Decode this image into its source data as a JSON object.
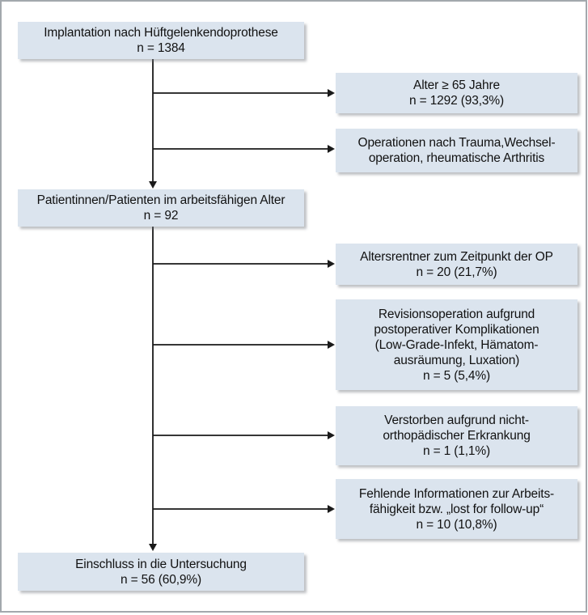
{
  "colors": {
    "box_fill": "#dbe4ee",
    "line_color": "#1a1a1a",
    "frame_border": "#a3a8ad",
    "text_color": "#111111"
  },
  "flowchart": {
    "type": "patient-flow-diagram",
    "main_path": [
      {
        "id": "implantation",
        "lines": [
          "Implantation nach Hüftgelenkendoprothese",
          "n = 1384"
        ]
      },
      {
        "id": "working-age",
        "lines": [
          "Patientinnen/Patienten im arbeitsfähigen Alter",
          "n = 92"
        ]
      },
      {
        "id": "inclusion",
        "lines": [
          "Einschluss in die Untersuchung",
          "n = 56 (60,9%)"
        ]
      }
    ],
    "exclusions": [
      {
        "id": "age-65",
        "lines": [
          "Alter ≥ 65 Jahre",
          "n = 1292 (93,3%)"
        ]
      },
      {
        "id": "trauma",
        "lines": [
          "Operationen nach Trauma,Wechsel-",
          "operation, rheumatische Arthritis"
        ]
      },
      {
        "id": "altersrentner",
        "lines": [
          "Altersrentner zum Zeitpunkt der OP",
          "n = 20 (21,7%)"
        ]
      },
      {
        "id": "revision",
        "lines": [
          "Revisionsoperation aufgrund",
          "postoperativer Komplikationen",
          "(Low-Grade-Infekt, Hämatom-",
          "ausräumung, Luxation)",
          "n = 5 (5,4%)"
        ]
      },
      {
        "id": "verstorben",
        "lines": [
          "Verstorben aufgrund nicht-",
          "orthopädischer Erkrankung",
          "n = 1 (1,1%)"
        ]
      },
      {
        "id": "lost-followup",
        "lines": [
          "Fehlende Informationen zur Arbeits-",
          "fähigkeit bzw. „lost for follow-up“",
          "n = 10 (10,8%)"
        ]
      }
    ]
  }
}
